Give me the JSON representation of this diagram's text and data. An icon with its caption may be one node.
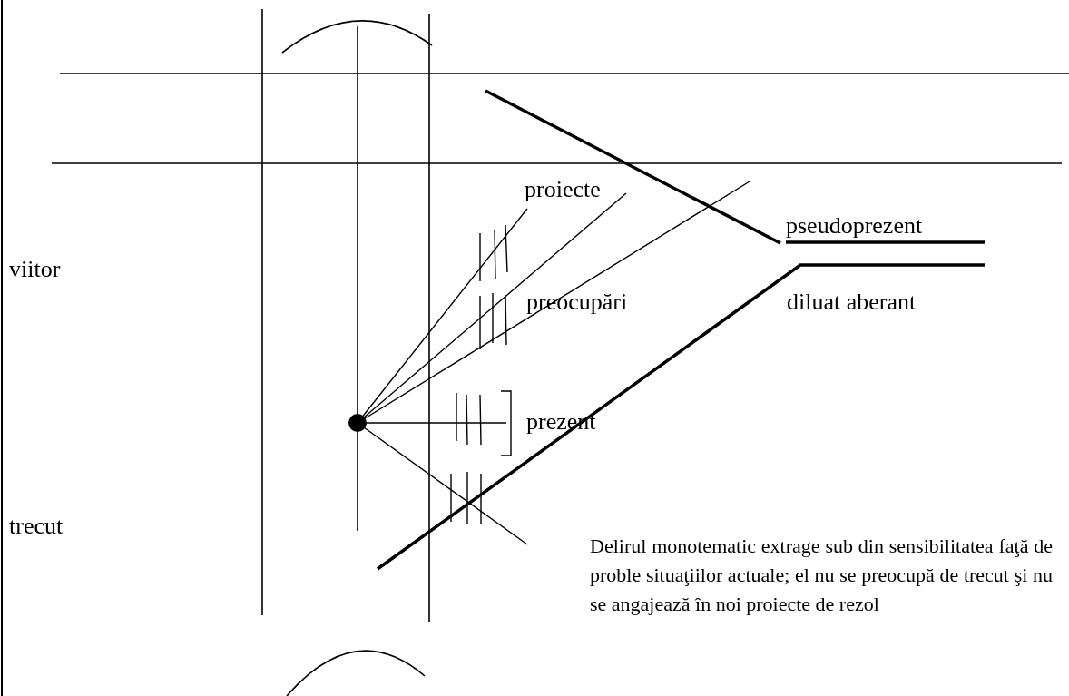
{
  "diagram": {
    "labels": [
      "proiecte",
      "pseudoprezent",
      "viitor",
      "preocupări",
      "diluat aberant",
      "prezent",
      "trecut",
      "Delirul monotematic extrage sub din sensibilitatea faţă de proble situaţiilor actuale; el nu se preocupă de trecut şi nu se angajează în noi proiecte de rezol"
    ]
  }
}
